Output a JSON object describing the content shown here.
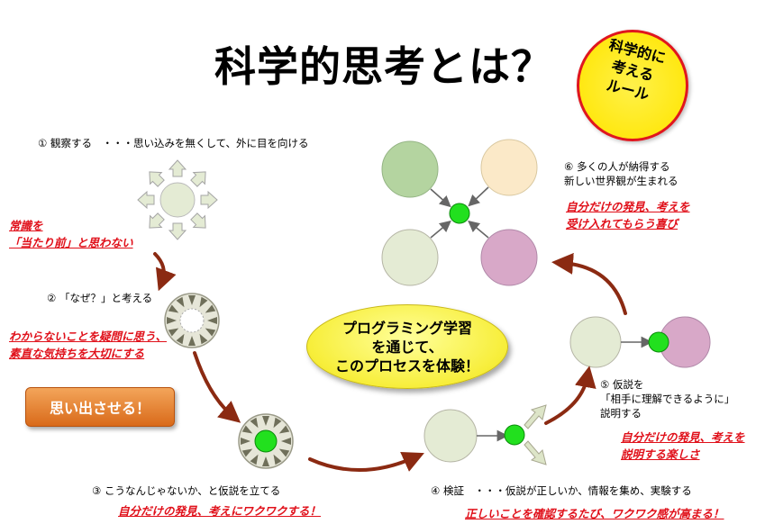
{
  "title": "科学的思考とは？",
  "badge": [
    "科学的に",
    "考える",
    "ルール"
  ],
  "steps": {
    "s1": "① 観察する　・・・思い込みを無くして、外に目を向ける",
    "s2": "② 「なぜ？」と考える",
    "s3": "③ こうなんじゃないか、と仮説を立てる",
    "s4": "④ 検証　・・・仮説が正しいか、情報を集め、実験する",
    "s5": [
      "⑤ 仮説を",
      "「相手に理解できるように」",
      "説明する"
    ],
    "s6": [
      "⑥ 多くの人が納得する",
      "新しい世界観が生まれる"
    ]
  },
  "notes": {
    "n1": [
      "常識を",
      "「当たり前」と思わない"
    ],
    "n2": [
      "わからないことを疑問に思う、",
      "素直な気持ちを大切にする"
    ],
    "n3": "自分だけの発見、考えにワクワクする！",
    "n4": "正しいことを確認するたび、ワクワク感が高まる！",
    "n5": [
      "自分だけの発見、考えを",
      "説明する楽しさ"
    ],
    "n6": [
      "自分だけの発見、考えを",
      "受け入れてもらう喜び"
    ]
  },
  "callout": "思い出させる！",
  "center": [
    "プログラミング学習",
    "を通じて、",
    "このプロセスを体験！"
  ],
  "colors": {
    "red": "#e0101a",
    "arrow": "#8b2a12",
    "green_dot": "#22e01e",
    "pale_circle": "#e4ebd4",
    "green_circle": "#b4d4a0",
    "cream_circle": "#fbe9c8",
    "pink_circle": "#d8a8c8"
  }
}
